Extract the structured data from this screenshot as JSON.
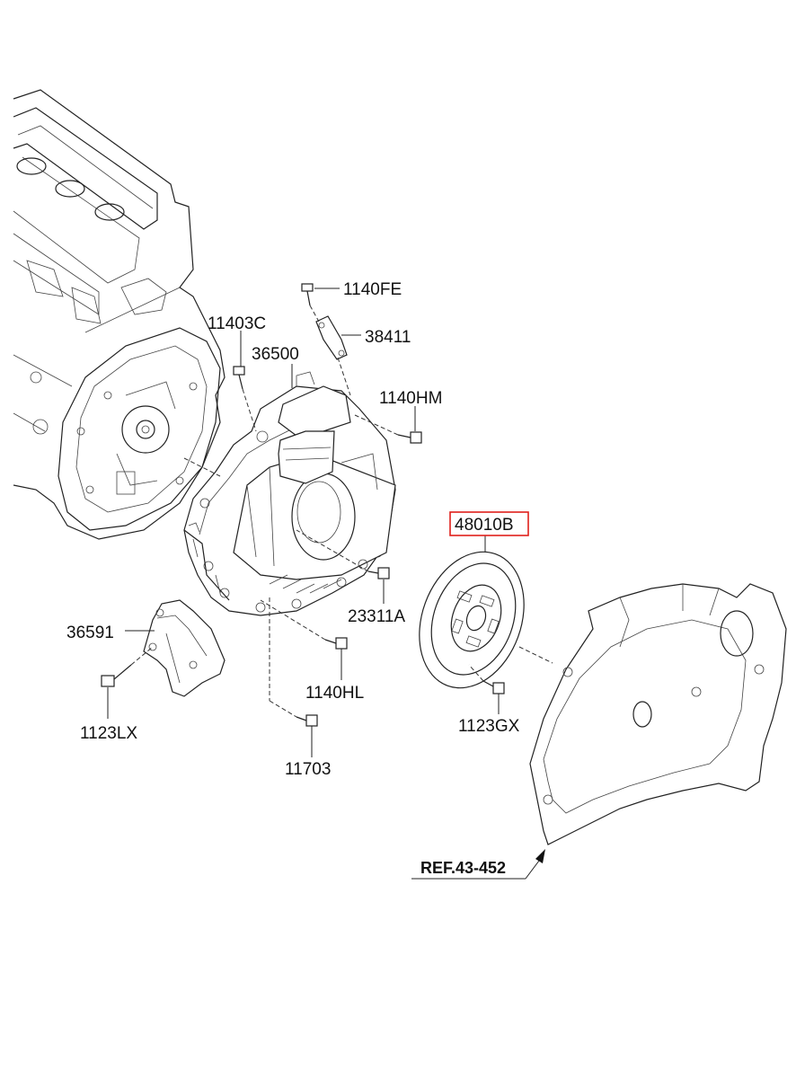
{
  "colors": {
    "highlight": "#e0201b",
    "line": "#222222"
  },
  "parts": [
    {
      "id": "1140FE",
      "label": "1140FE",
      "highlighted": false
    },
    {
      "id": "38411",
      "label": "38411",
      "highlighted": false
    },
    {
      "id": "11403C",
      "label": "11403C",
      "highlighted": false
    },
    {
      "id": "36500",
      "label": "36500",
      "highlighted": false
    },
    {
      "id": "1140HM",
      "label": "1140HM",
      "highlighted": false
    },
    {
      "id": "48010B",
      "label": "48010B",
      "highlighted": true
    },
    {
      "id": "23311A",
      "label": "23311A",
      "highlighted": false
    },
    {
      "id": "36591",
      "label": "36591",
      "highlighted": false
    },
    {
      "id": "1140HL",
      "label": "1140HL",
      "highlighted": false
    },
    {
      "id": "1123LX",
      "label": "1123LX",
      "highlighted": false
    },
    {
      "id": "1123GX",
      "label": "1123GX",
      "highlighted": false
    },
    {
      "id": "11703",
      "label": "11703",
      "highlighted": false
    }
  ],
  "reference": {
    "label": "REF.43-452"
  }
}
